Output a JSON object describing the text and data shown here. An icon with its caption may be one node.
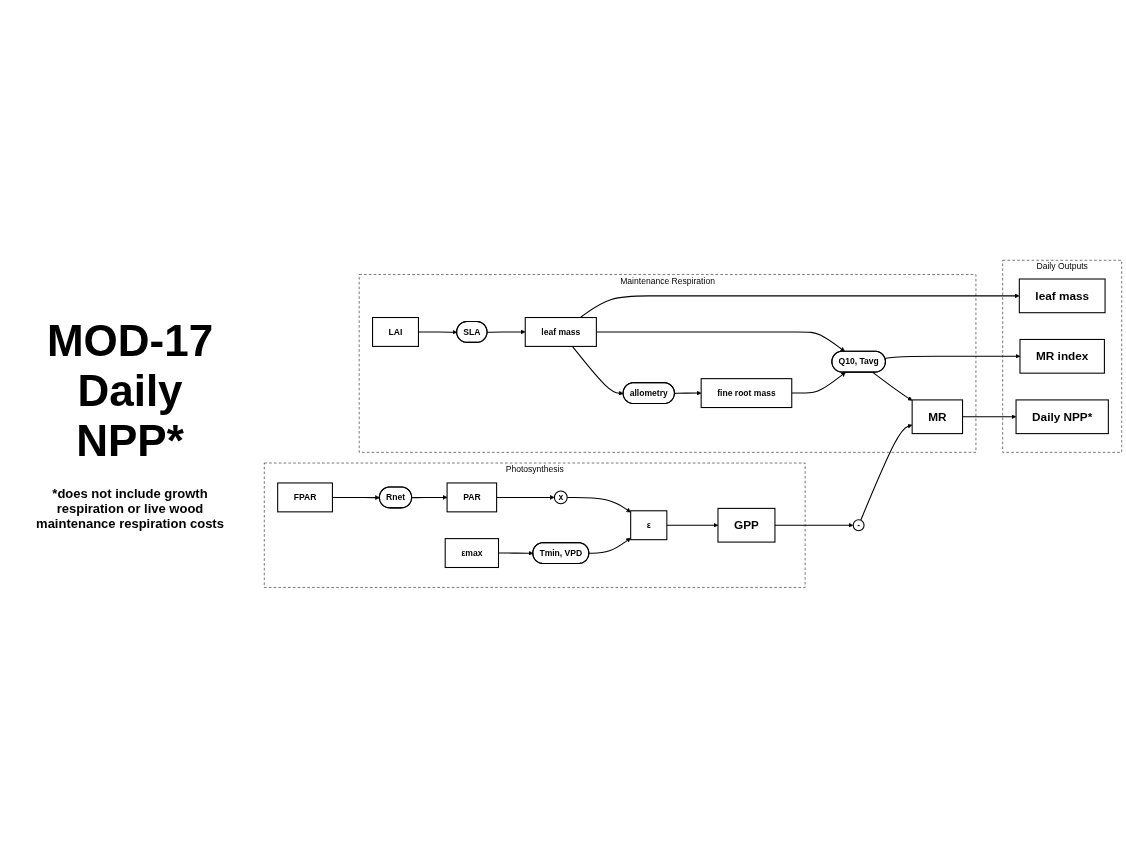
{
  "diagram": {
    "title": "MOD-17 Daily NPP*",
    "caption": "*does not include growth respiration or live wood maintenance respiration costs",
    "nodes": [
      {
        "text": [
          "Photosynthesis"
        ]
      },
      {
        "text": [
          "εmax"
        ],
        "in": 0
      },
      {
        "text": [
          "Tmin, VPD"
        ],
        "in": 0
      },
      {
        "text": [
          "FPAR"
        ],
        "in": 0
      },
      {
        "text": [
          "Rnet"
        ],
        "in": 0
      },
      {
        "text": [
          "PAR"
        ],
        "in": 0
      },
      {
        "text": [
          "x"
        ],
        "in": 0
      },
      {
        "text": [
          "ε"
        ],
        "in": 0
      },
      {
        "text": [
          "GPP"
        ],
        "in": 0
      },
      {
        "text": [
          "Maintenance Respiration"
        ]
      },
      {
        "text": [
          "-"
        ]
      },
      {
        "text": [
          "fine root mass"
        ],
        "in": 9
      },
      {
        "text": [
          "allometry"
        ],
        "in": 9
      },
      {
        "text": [
          "LAI"
        ],
        "in": 9
      },
      {
        "text": [
          "SLA"
        ],
        "in": 9
      },
      {
        "text": [
          "leaf mass"
        ],
        "in": 9
      },
      {
        "text": [
          "Q10, Tavg"
        ],
        "in": 9
      },
      {
        "text": [
          "MR"
        ],
        "in": 9
      },
      {
        "text": [
          "Daily Outputs"
        ]
      },
      {
        "text": [
          "leaf mass"
        ],
        "in": 18
      },
      {
        "text": [
          "MR index"
        ],
        "in": 18
      },
      {
        "text": [
          "Daily NPP*"
        ],
        "in": 18
      }
    ],
    "edges": [
      {
        "from": 1,
        "to": 2,
        "arrow": "to"
      },
      {
        "from": 2,
        "to": 7,
        "arrow": "to"
      },
      {
        "from": 3,
        "to": 4,
        "arrow": "to"
      },
      {
        "from": 4,
        "to": 5,
        "arrow": "to"
      },
      {
        "from": 5,
        "to": 6,
        "arrow": "to"
      },
      {
        "from": 6,
        "to": 7,
        "arrow": "to"
      },
      {
        "from": 7,
        "to": 8,
        "arrow": "to"
      },
      {
        "from": 8,
        "to": 10,
        "arrow": "to"
      },
      {
        "from": 10,
        "to": 17,
        "arrow": "to"
      },
      {
        "from": 13,
        "to": 14,
        "arrow": "to"
      },
      {
        "from": 14,
        "to": 15,
        "arrow": "to"
      },
      {
        "from": 15,
        "to": 12,
        "arrow": "to"
      },
      {
        "from": 12,
        "to": 11,
        "arrow": "to"
      },
      {
        "from": 11,
        "to": 16,
        "arrow": "to"
      },
      {
        "from": 15,
        "to": 16,
        "arrow": "to"
      },
      {
        "from": 16,
        "to": 17,
        "arrow": "to"
      },
      {
        "from": 15,
        "to": 19,
        "arrow": "to"
      },
      {
        "from": 16,
        "to": 20,
        "arrow": "to"
      },
      {
        "from": 17,
        "to": 21,
        "arrow": "to"
      }
    ]
  }
}
